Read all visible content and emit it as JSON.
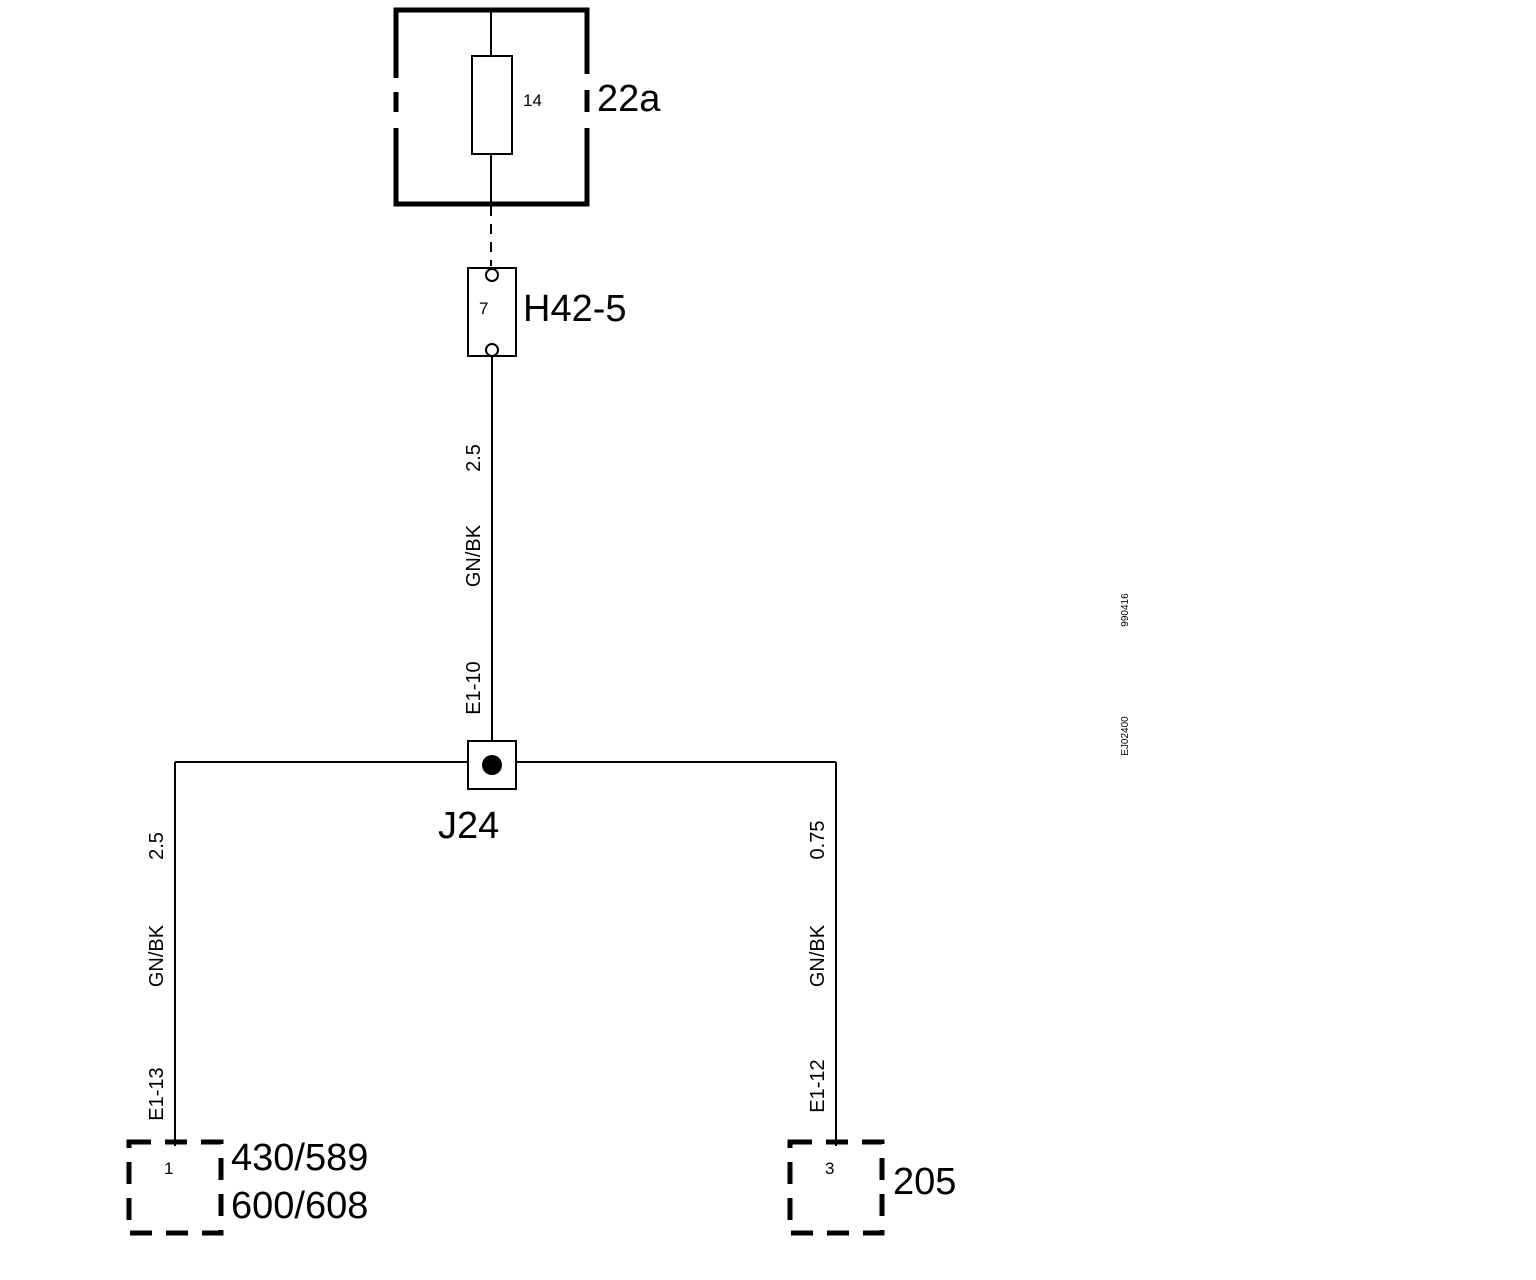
{
  "fuse_box": {
    "label": "22a",
    "fuse_number": "14"
  },
  "connector_h42": {
    "label": "H42-5",
    "pin": "7"
  },
  "wire_main": {
    "size": "2.5",
    "color": "GN/BK",
    "code": "E1-10"
  },
  "splice": {
    "label": "J24"
  },
  "wire_left": {
    "size": "2.5",
    "color": "GN/BK",
    "code": "E1-13"
  },
  "wire_right": {
    "size": "0.75",
    "color": "GN/BK",
    "code": "E1-12"
  },
  "component_left": {
    "label_line1": "430/589",
    "label_line2": "600/608",
    "pin": "1"
  },
  "component_right": {
    "label": "205",
    "pin": "3"
  },
  "side_codes": {
    "date_code": "990416",
    "drawing_code": "EJ02400"
  }
}
